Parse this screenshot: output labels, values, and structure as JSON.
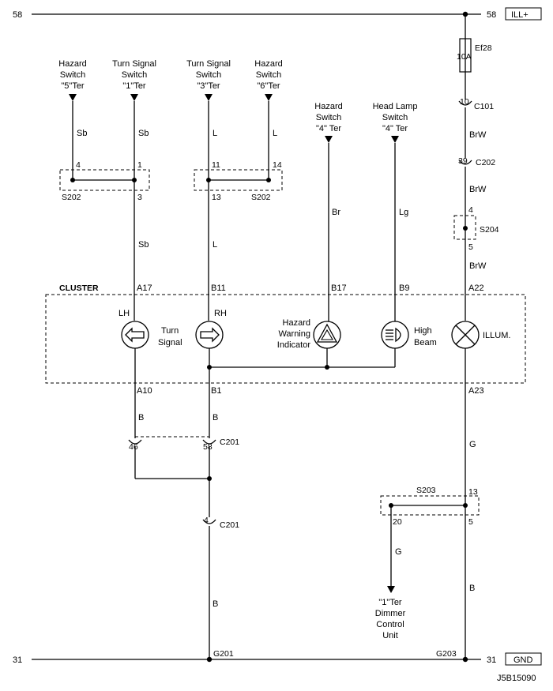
{
  "rails": {
    "top_left_label": "58",
    "top_right_label": "58",
    "top_box_label": "ILL+",
    "bottom_left_label": "31",
    "bottom_right_label": "31",
    "bottom_box_label": "GND"
  },
  "fuse": {
    "name": "Ef28",
    "rating": "10A"
  },
  "sources": [
    {
      "l1": "Hazard",
      "l2": "Switch",
      "l3": "\"5\"Ter"
    },
    {
      "l1": "Turn Signal",
      "l2": "Switch",
      "l3": "\"1\"Ter"
    },
    {
      "l1": "Turn Signal",
      "l2": "Switch",
      "l3": "\"3\"Ter"
    },
    {
      "l1": "Hazard",
      "l2": "Switch",
      "l3": "\"6\"Ter"
    },
    {
      "l1": "Hazard",
      "l2": "Switch",
      "l3": "\"4\" Ter"
    },
    {
      "l1": "Head Lamp",
      "l2": "Switch",
      "l3": "\"4\" Ter"
    }
  ],
  "wire_colors": {
    "sb": "Sb",
    "l": "L",
    "br": "Br",
    "lg": "Lg",
    "brw": "BrW",
    "b": "B",
    "g": "G"
  },
  "connectors": {
    "c101": "C101",
    "c202": "C202",
    "c201": "C201",
    "pin10": "10",
    "pin39": "39",
    "pin46": "46",
    "pin58": "58",
    "pin4": "4"
  },
  "splices": {
    "s202": "S202",
    "s204": "S204",
    "s203": "S203",
    "p4": "4",
    "p1": "1",
    "p3": "3",
    "p11": "11",
    "p14": "14",
    "p13": "13",
    "s204_p4": "4",
    "s204_p5": "5",
    "s203_p13": "13",
    "s203_p20": "20",
    "s203_p5": "5"
  },
  "cluster": {
    "title": "CLUSTER",
    "pins": {
      "a17": "A17",
      "b11": "B11",
      "b17": "B17",
      "b9": "B9",
      "a22": "A22",
      "a10": "A10",
      "b1": "B1",
      "a23": "A23"
    },
    "lh": "LH",
    "rh": "RH",
    "turn_signal_1": "Turn",
    "turn_signal_2": "Signal",
    "hazard_1": "Hazard",
    "hazard_2": "Warning",
    "hazard_3": "Indicator",
    "high_beam_1": "High",
    "high_beam_2": "Beam",
    "illum": "ILLUM."
  },
  "dimmer": {
    "l1": "\"1\"Ter",
    "l2": "Dimmer",
    "l3": "Control",
    "l4": "Unit"
  },
  "grounds": {
    "g201": "G201",
    "g203": "G203"
  },
  "diagram_code": "J5B15090"
}
